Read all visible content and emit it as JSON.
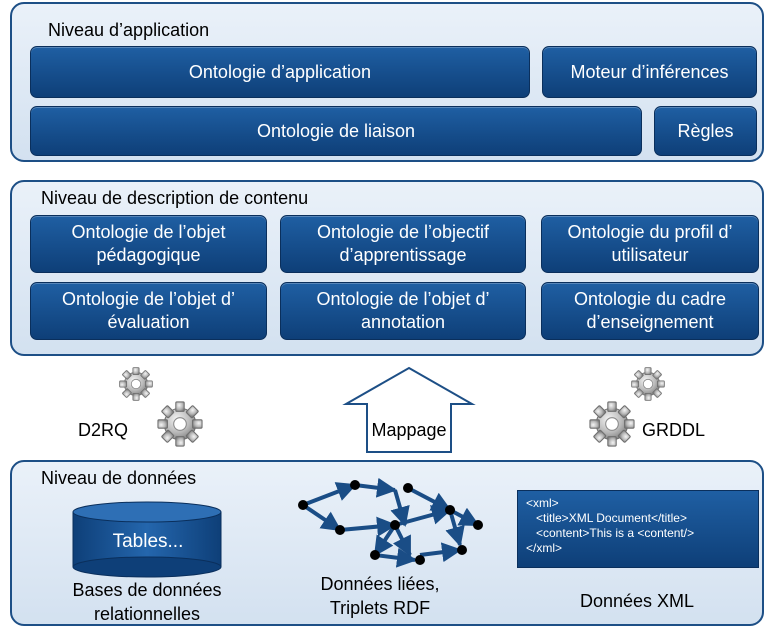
{
  "application_level": {
    "title": "Niveau d’application",
    "boxes": [
      "Ontologie d’application",
      "Moteur d’inférences",
      "Ontologie de liaison",
      "Règles"
    ]
  },
  "content_level": {
    "title": "Niveau de description de contenu",
    "boxes": [
      "Ontologie de l’objet\npédagogique",
      "Ontologie de l’objectif\nd’apprentissage",
      "Ontologie du profil d’\nutilisateur",
      "Ontologie de l’objet d’\névaluation",
      "Ontologie de l’objet d’\nannotation",
      "Ontologie du cadre\nd’enseignement"
    ]
  },
  "middle": {
    "left_tool": "D2RQ",
    "arrow_label": "Mappage",
    "right_tool": "GRDDL"
  },
  "data_level": {
    "title": "Niveau de données",
    "cylinder_label": "Tables...",
    "relational_label": "Bases de données\nrelationnelles",
    "linked_label": "Données liées,\nTriplets RDF",
    "xml_label": "Données XML",
    "xml_lines": [
      "<xml>",
      "   <title>XML Document</title>",
      "   <content>This is a <content/>",
      "</xml>"
    ]
  },
  "colors": {
    "box_blue": "#1a5597",
    "border": "#1d4f86",
    "panel_bg": "#dce8f4"
  }
}
